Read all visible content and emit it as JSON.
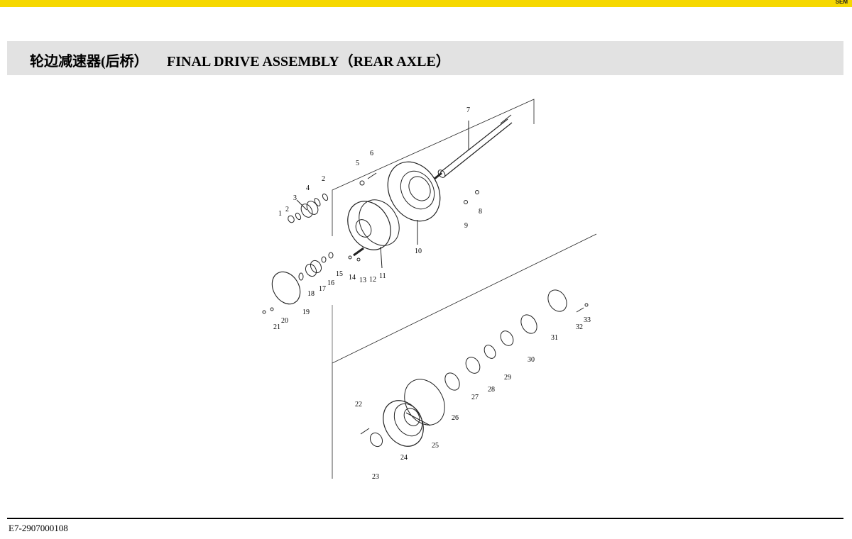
{
  "header": {
    "brand_logo_text": "SEM"
  },
  "title": {
    "chinese": "轮边减速器(后桥）",
    "english": "FINAL DRIVE ASSEMBLY（REAR AXLE）"
  },
  "callouts": [
    "1",
    "2",
    "2",
    "3",
    "4",
    "5",
    "6",
    "7",
    "8",
    "9",
    "10",
    "11",
    "12",
    "13",
    "14",
    "15",
    "16",
    "17",
    "18",
    "19",
    "20",
    "21",
    "22",
    "23",
    "24",
    "25",
    "26",
    "27",
    "28",
    "29",
    "30",
    "31",
    "32",
    "33"
  ],
  "footer": {
    "document_code": "E7-2907000108"
  }
}
